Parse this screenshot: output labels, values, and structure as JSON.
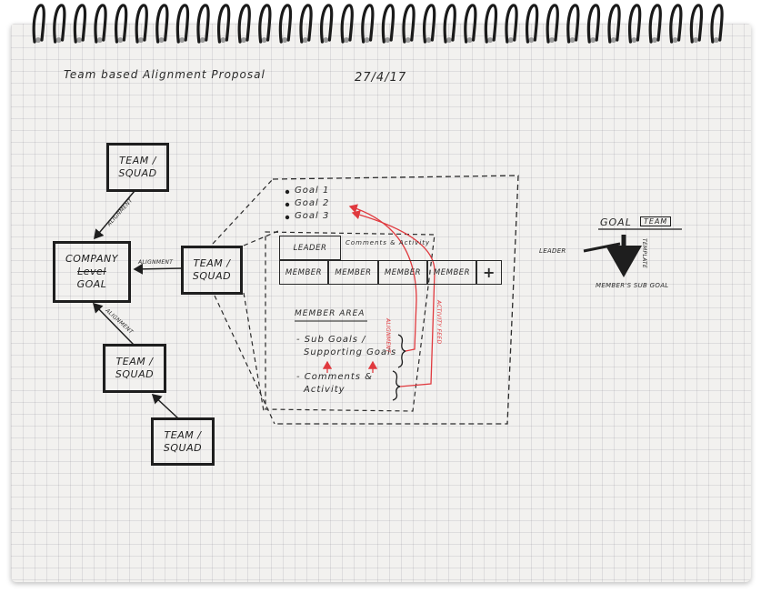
{
  "header": {
    "title": "Team based Alignment Proposal",
    "date": "27/4/17"
  },
  "left_diagram": {
    "team_top": "TEAM / SQUAD",
    "team_mid": "TEAM / SQUAD",
    "team_low": "TEAM / SQUAD",
    "team_bottom": "TEAM / SQUAD",
    "company": "COMPANY",
    "company_struck": "Level",
    "company_goal": "GOAL",
    "alignment_label": "ALIGNMENT"
  },
  "detail": {
    "goals": [
      "Goal 1",
      "Goal 2",
      "Goal 3"
    ],
    "leader": "LEADER",
    "comments_activity": "Comments & Activity",
    "members": [
      "MEMBER",
      "MEMBER",
      "MEMBER",
      "MEMBER"
    ],
    "add": "+",
    "member_area_title": "MEMBER AREA",
    "sub_goals_line1": "- Sub Goals /",
    "sub_goals_line2": "Supporting Goals",
    "comments_line1": "- Comments &",
    "comments_line2": "Activity",
    "red_alignment": "ALIGNMENT",
    "red_activity_feed": "ACTIVITY FEED"
  },
  "right_diagram": {
    "goal_label": "GOAL",
    "team_tag": "TEAM",
    "leader": "LEADER",
    "template": "TEMPLATE",
    "member_sub_goal": "MEMBER'S SUB GOAL"
  },
  "colors": {
    "ink": "#1e1e1e",
    "red_ink": "#e0393e",
    "paper": "#f2f1ef"
  }
}
